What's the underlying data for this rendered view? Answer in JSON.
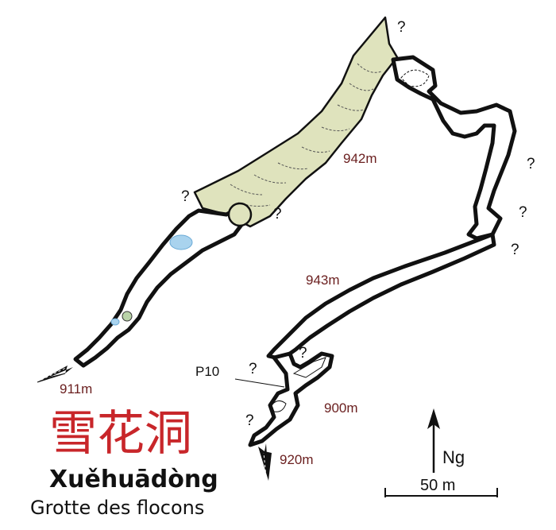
{
  "title": {
    "chinese": "雪花洞",
    "pinyin": "Xuěhuādòng",
    "french": "Grotte des flocons"
  },
  "labels": {
    "north": "Ng",
    "scale": "50 m",
    "pitch": "P10",
    "unknown": "?"
  },
  "altitudes": {
    "a942": "942m",
    "a943": "943m",
    "a911": "911m",
    "a900": "900m",
    "a920": "920m"
  },
  "colors": {
    "sediment": "#dfe3bd",
    "water": "#a9d3ee",
    "altitude_text": "#6b2020",
    "chinese_title": "#c8262a"
  },
  "icons": {
    "entrance": "entrance-arrow-icon",
    "north": "north-arrow-icon"
  }
}
